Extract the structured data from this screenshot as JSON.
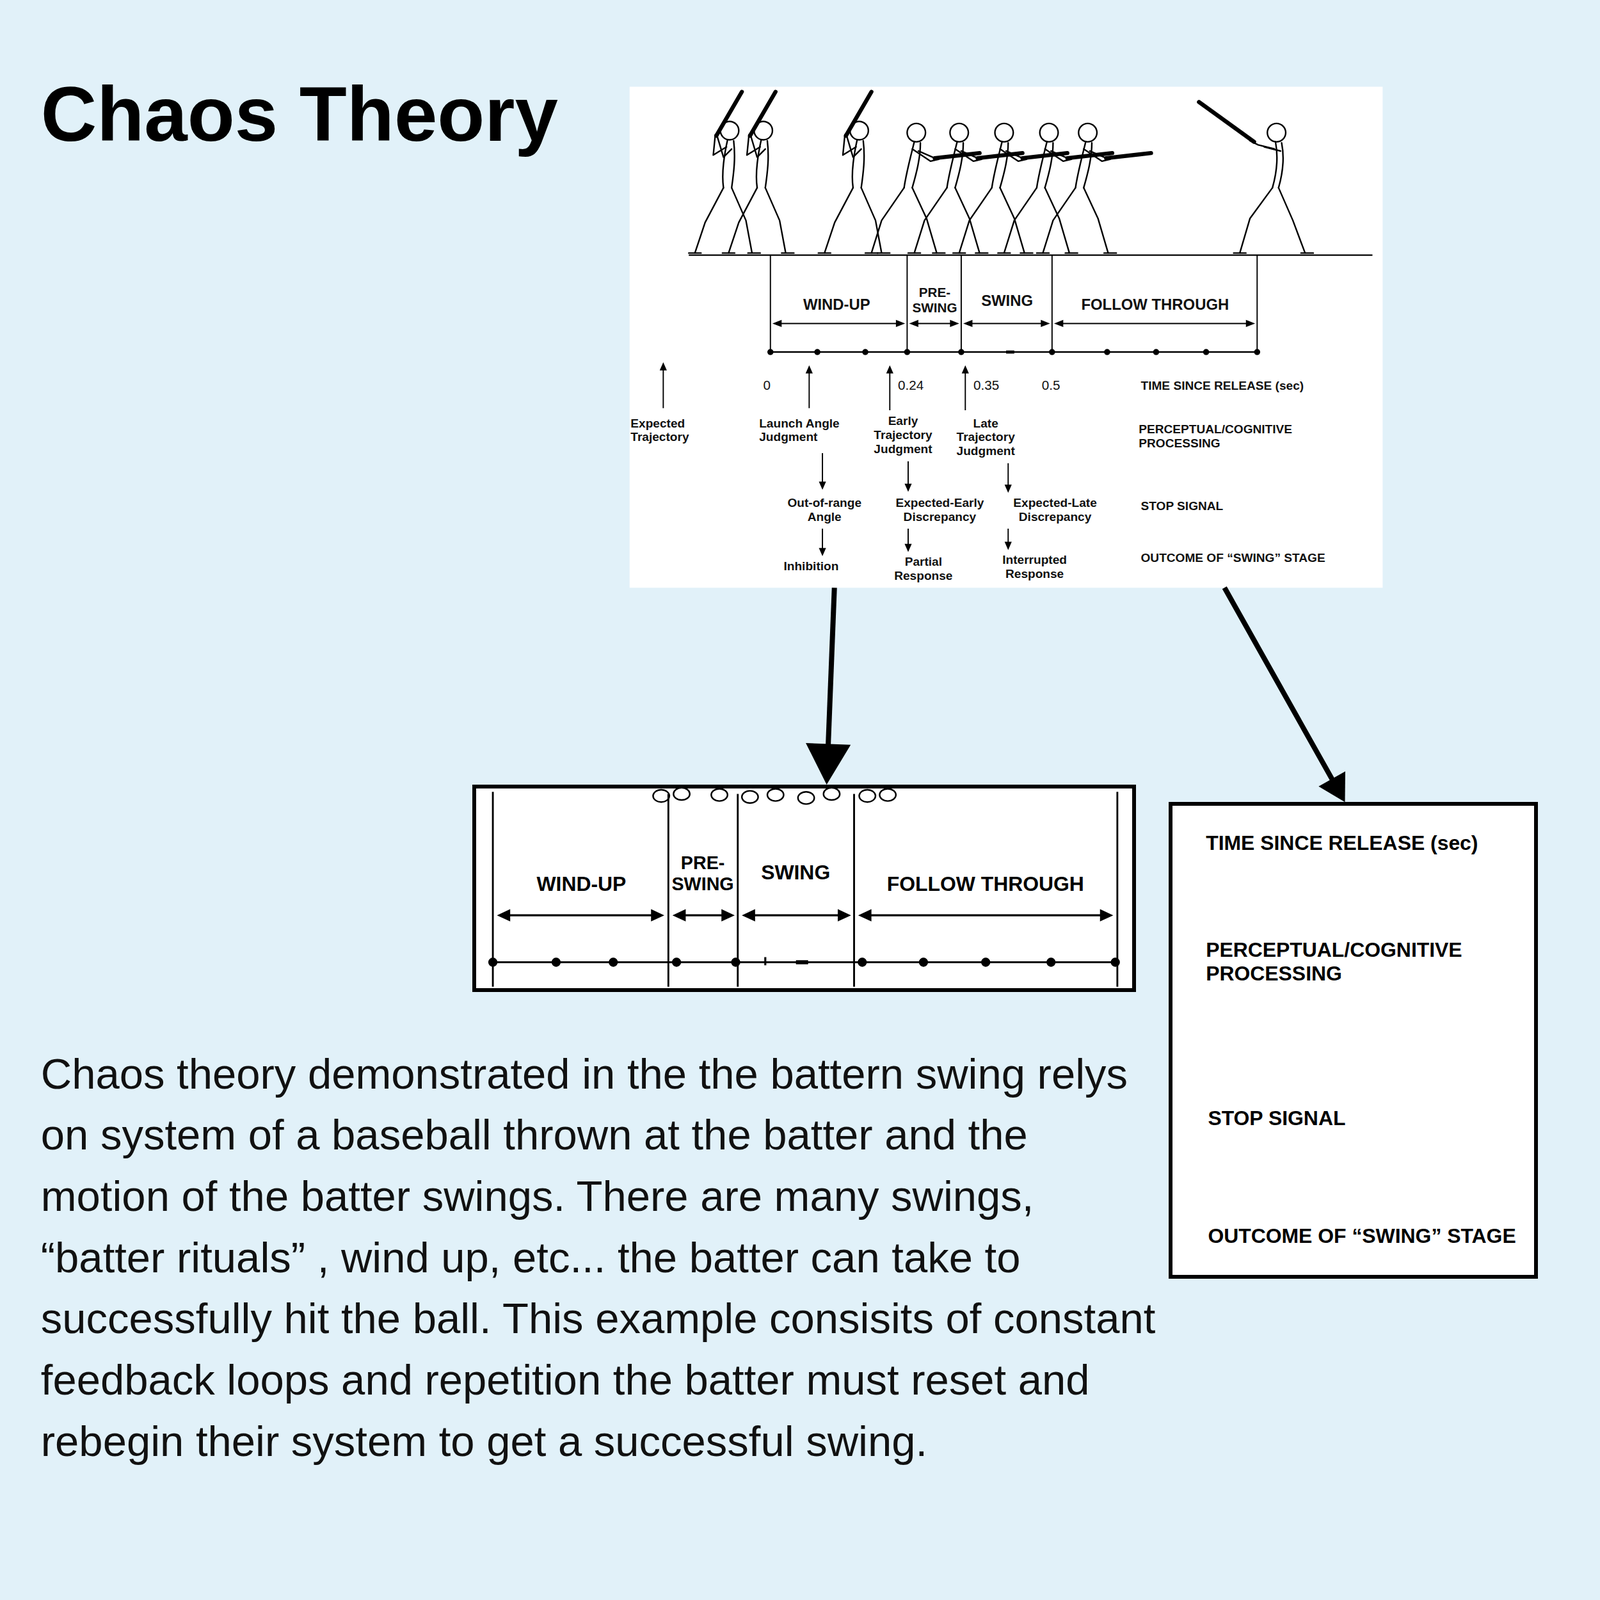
{
  "diagram": {
    "title": "Chaos Theory",
    "caption": "Chaos theory demonstrated in the the battern swing relys on system of a baseball thrown at the batter and the motion of the batter swings. There are many swings, “batter rituals” , wind up, etc... the batter can take to successfully hit the ball. This example consisits of constant feedback loops and repetition the batter must reset and rebegin their system to get a successful swing.",
    "nodes": [
      {
        "text": [
          "WIND-UP",
          "PRE- SWING",
          "SWING",
          "FOLLOW THROUGH",
          "0",
          "0.24",
          "0.35",
          "0.5",
          "TIME SINCE RELEASE (sec)",
          "Expected Trajectory",
          "Launch Angle Judgment",
          "Early Trajectory Judgment",
          "Late Trajectory Judgment",
          "PERCEPTUAL/COGNITIVE PROCESSING",
          "Out-of-range Angle",
          "Expected-Early Discrepancy",
          "Expected-Late Discrepancy",
          "STOP SIGNAL",
          "Inhibition",
          "Partial Response",
          "Interrupted Response",
          "OUTCOME OF “SWING” STAGE"
        ]
      },
      {
        "text": [
          "WIND-UP",
          "PRE- SWING",
          "SWING",
          "FOLLOW THROUGH"
        ]
      },
      {
        "text": [
          "TIME SINCE RELEASE (sec)",
          "PERCEPTUAL/COGNITIVE PROCESSING",
          "STOP SIGNAL",
          "OUTCOME OF “SWING” STAGE"
        ]
      }
    ],
    "edges": [
      {
        "from": 0,
        "to": 1,
        "arrow": "to"
      },
      {
        "from": 0,
        "to": 2,
        "arrow": "to"
      }
    ]
  }
}
